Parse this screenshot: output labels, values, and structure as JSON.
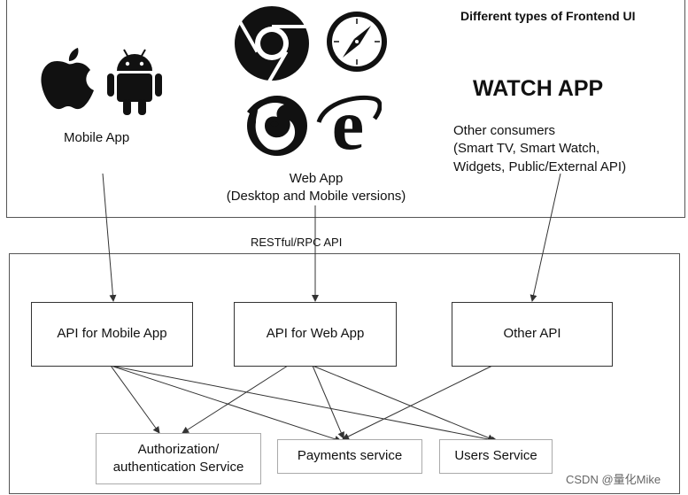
{
  "frontend": {
    "section_title": "Different types of Frontend UI",
    "mobile_label": "Mobile App",
    "web_label_line1": "Web App",
    "web_label_line2": "(Desktop and Mobile versions)",
    "watch_heading": "WATCH APP",
    "other_line1": "Other consumers",
    "other_line2": "(Smart TV, Smart Watch,",
    "other_line3": "Widgets, Public/External API)"
  },
  "api_label": "RESTful/RPC API",
  "apis": {
    "mobile": "API for Mobile App",
    "web": "API for Web App",
    "other": "Other API"
  },
  "services": {
    "auth_line1": "Authorization/",
    "auth_line2": "authentication Service",
    "payments": "Payments service",
    "users": "Users Service"
  },
  "watermark": "CSDN @量化Mike",
  "icons": [
    "apple-icon",
    "android-icon",
    "chrome-icon",
    "safari-icon",
    "firefox-icon",
    "internet-explorer-icon"
  ],
  "colors": {
    "line": "#333333",
    "service_border": "#aaaaaa",
    "icon": "#111111",
    "watermark": "#666666"
  }
}
